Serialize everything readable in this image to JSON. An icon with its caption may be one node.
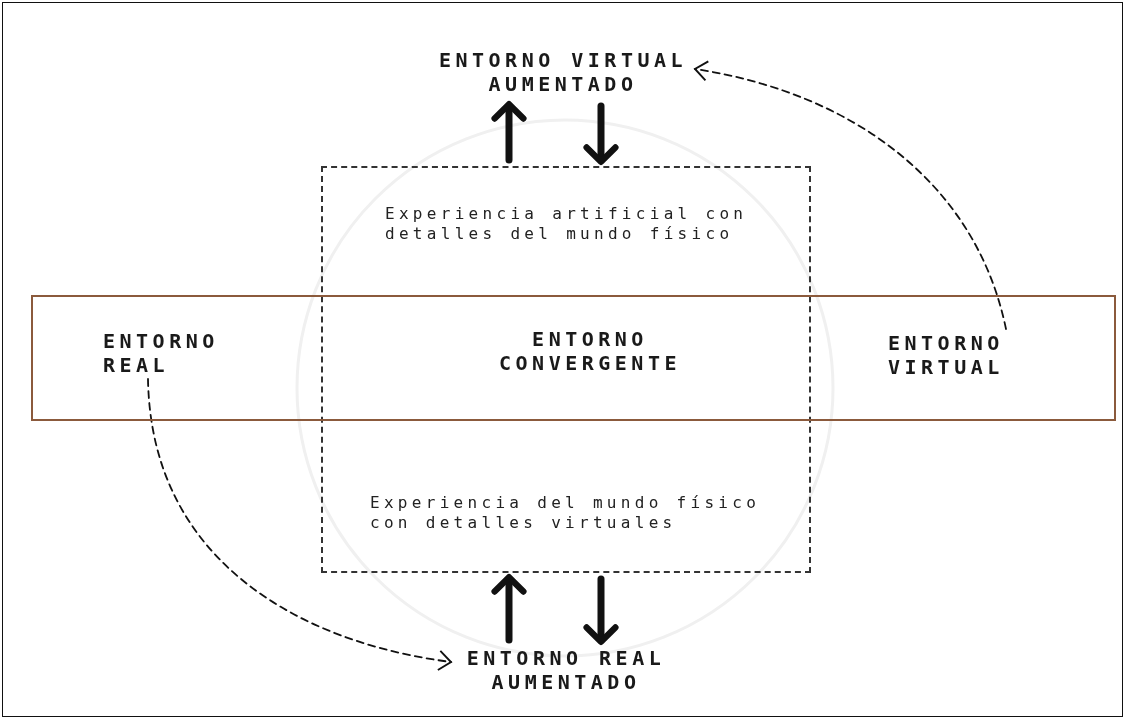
{
  "diagram": {
    "nodes": [
      {
        "text": [
          "ENTORNO VIRTUAL AUMENTADO"
        ]
      },
      {
        "text": [
          "Experiencia artificial con detalles del mundo físico",
          "Experiencia del mundo físico con detalles virtuales"
        ]
      },
      {
        "text": [],
        "shape": "box"
      },
      {
        "text": [
          "ENTORNO REAL"
        ],
        "in": 2
      },
      {
        "text": [
          "ENTORNO CONVERGENTE"
        ]
      },
      {
        "text": [
          "ENTORNO VIRTUAL"
        ],
        "in": 2
      },
      {
        "text": [
          "ENTORNO REAL AUMENTADO"
        ]
      }
    ],
    "edges": [
      {
        "from": 1,
        "to": 0,
        "arrow": "to"
      },
      {
        "from": 0,
        "to": 1,
        "arrow": "to"
      },
      {
        "from": 5,
        "to": 0,
        "arrow": "to",
        "style": "dashed"
      },
      {
        "from": 3,
        "to": 6,
        "arrow": "to",
        "style": "dashed"
      },
      {
        "from": 6,
        "to": 1,
        "arrow": "to"
      },
      {
        "from": 1,
        "to": 6,
        "arrow": "to"
      }
    ]
  }
}
